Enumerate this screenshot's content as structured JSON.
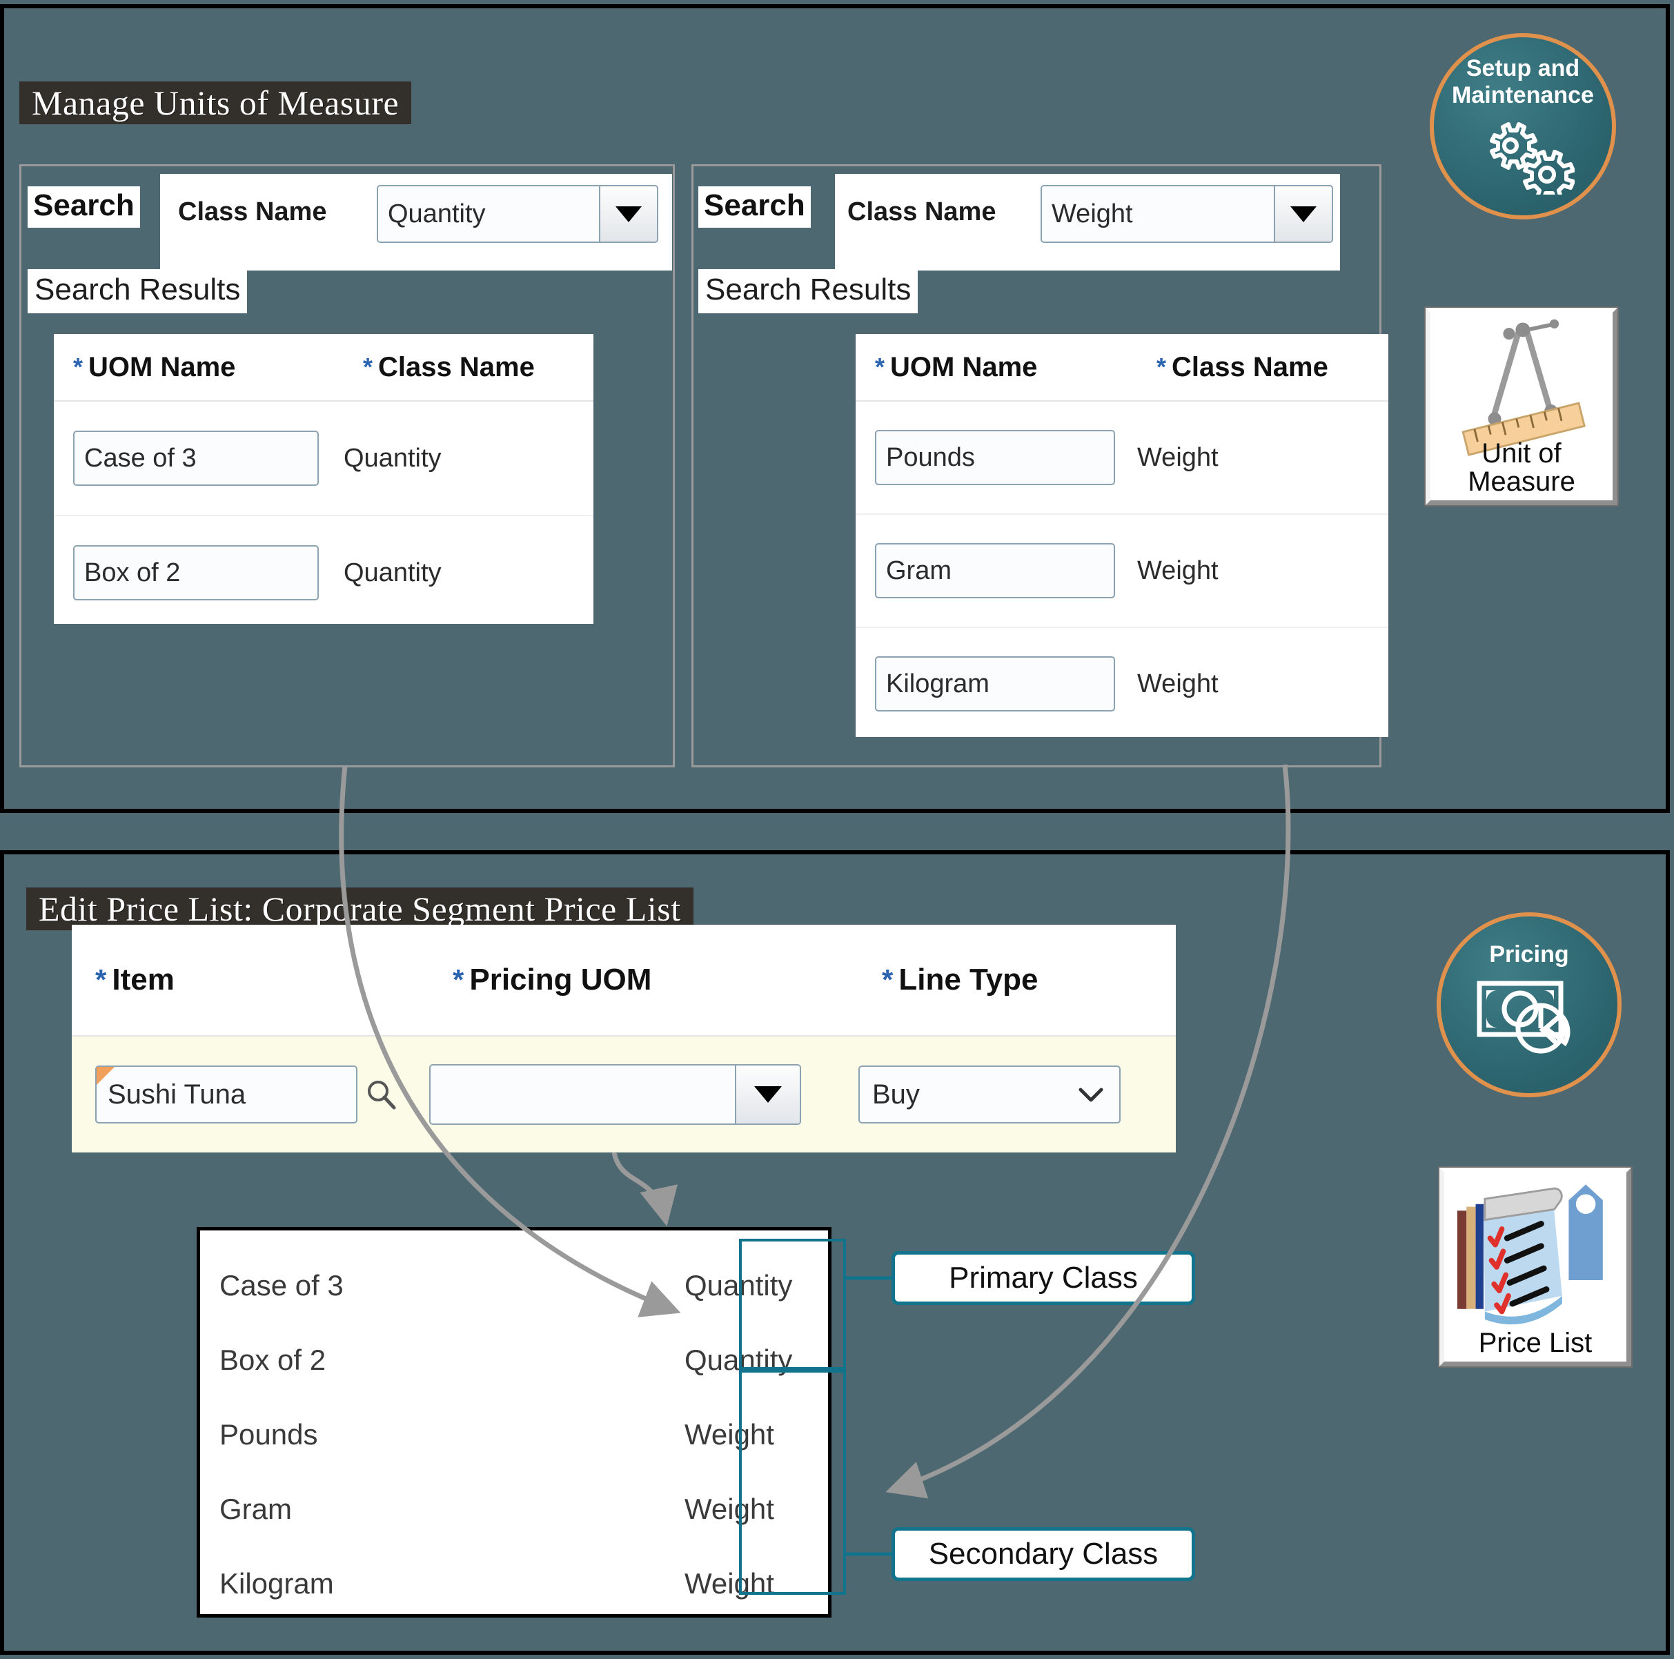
{
  "colors": {
    "background": "#4d6870",
    "ribbon": "#332f2b",
    "accent_orange": "#e0914c",
    "accent_teal": "#11738c",
    "required_star": "#2a64b0",
    "row_highlight": "#fbfbe8"
  },
  "uom_section": {
    "title": "Manage Units of Measure",
    "panels": [
      {
        "search_label": "Search",
        "field_label": "Class Name",
        "field_value": "Quantity",
        "results_label": "Search Results",
        "columns": [
          "UOM Name",
          "Class Name"
        ],
        "rows": [
          {
            "uom_name": "Case of 3",
            "class_name": "Quantity"
          },
          {
            "uom_name": "Box of 2",
            "class_name": "Quantity"
          }
        ]
      },
      {
        "search_label": "Search",
        "field_label": "Class Name",
        "field_value": "Weight",
        "results_label": "Search Results",
        "columns": [
          "UOM Name",
          "Class Name"
        ],
        "rows": [
          {
            "uom_name": "Pounds",
            "class_name": "Weight"
          },
          {
            "uom_name": "Gram",
            "class_name": "Weight"
          },
          {
            "uom_name": "Kilogram",
            "class_name": "Weight"
          }
        ]
      }
    ]
  },
  "price_section": {
    "title": "Edit Price List: Corporate Segment Price List",
    "columns": [
      "Item",
      "Pricing UOM",
      "Line Type"
    ],
    "row": {
      "item": "Sushi Tuna",
      "pricing_uom": "",
      "line_type": "Buy"
    },
    "search_icon": "search-icon",
    "popup": {
      "options": [
        {
          "name": "Case of 3",
          "class": "Quantity"
        },
        {
          "name": "Box of 2",
          "class": "Quantity"
        },
        {
          "name": "Pounds",
          "class": "Weight"
        },
        {
          "name": "Gram",
          "class": "Weight"
        },
        {
          "name": "Kilogram",
          "class": "Weight"
        }
      ]
    },
    "callouts": {
      "primary": "Primary Class",
      "secondary": "Secondary Class"
    }
  },
  "right_rail": {
    "setup_circle": {
      "line1": "Setup and",
      "line2": "Maintenance",
      "icon": "gears-icon"
    },
    "uom_tile": {
      "line1": "Unit of",
      "line2": "Measure",
      "icon": "compass-ruler-icon"
    },
    "pricing_circle": {
      "line1": "Pricing",
      "icon": "money-piechart-icon"
    },
    "pricelist_tile": {
      "line1": "Price List",
      "icon": "checklist-tag-icon"
    }
  }
}
